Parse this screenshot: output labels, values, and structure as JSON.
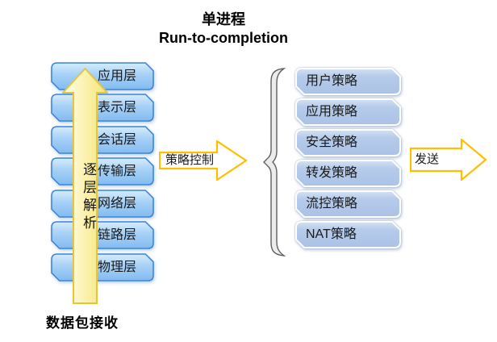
{
  "title": {
    "line1": "单进程",
    "line2": "Run-to-completion"
  },
  "left_stack": {
    "description": "OSI layer stack, top to bottom",
    "layers": [
      "应用层",
      "表示层",
      "会话层",
      "传输层",
      "网络层",
      "链路层",
      "物理层"
    ]
  },
  "up_arrow": {
    "label": "逐层解析",
    "caption": "数据包接收"
  },
  "policy_arrow": {
    "label": "策略控制"
  },
  "right_stack": {
    "description": "Policy stack, top to bottom",
    "policies": [
      "用户策略",
      "应用策略",
      "安全策略",
      "转发策略",
      "流控策略",
      "NAT策略"
    ]
  },
  "send_arrow": {
    "label": "发送"
  },
  "colors": {
    "osi_box_border": "#3a85da",
    "osi_box_fill_top": "#d6ecfc",
    "osi_box_fill_bottom": "#82bbf1",
    "policy_box_fill": "#aec5e8",
    "policy_box_inner_border": "#ffffff",
    "block_arrow_outline": "#ffbf00",
    "up_arrow_fill": "#f8e87d",
    "up_arrow_outline": "#e3c53e",
    "brace_fill": "#ececec",
    "brace_outline": "#5f5f5f",
    "text": "#1a1a1a",
    "background": "#ffffff"
  }
}
